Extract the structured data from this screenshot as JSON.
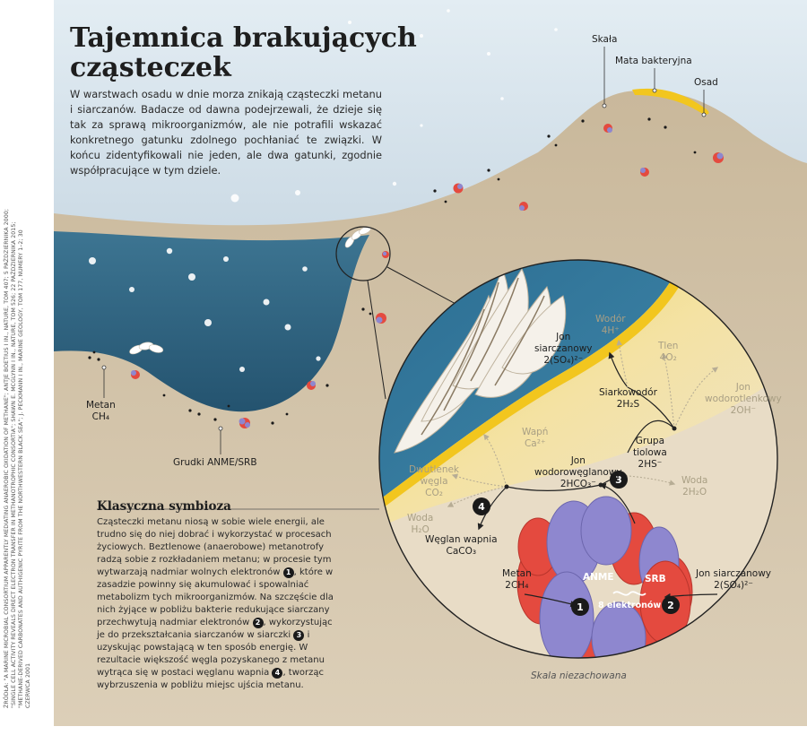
{
  "title": "Tajemnica brakujących cząsteczek",
  "intro": "W warstwach osadu w dnie morza znikają cząsteczki metanu i siarczanów. Badacze od dawna podejrzewali, że dzieje się tak za sprawą mikroorganizmów, ale nie potrafili wskazać konkretnego gatunku zdolnego pochłaniać te związki. W końcu zidentyfikowali nie jeden, ale dwa gatunki, zgodnie współpracujące w tym dziele.",
  "labels": {
    "skala": "Skała",
    "mata": "Mata bakteryjna",
    "osad": "Osad",
    "metan_name": "Metan",
    "metan_formula": "CH₄",
    "grudki": "Grudki ANME/SRB",
    "wodor_name": "Wodór",
    "wodor_formula": "4H⁺",
    "jon_siarczanowy_top_1": "Jon",
    "jon_siarczanowy_top_2": "siarczanowy",
    "jon_siarczanowy_top_formula": "2(SO₄)²⁻",
    "tlen_name": "Tlen",
    "tlen_formula": "4O₂",
    "siarkowodor_name": "Siarkowodór",
    "siarkowodor_formula": "2H₂S",
    "jon_wodorotlenkowy_1": "Jon",
    "jon_wodorotlenkowy_2": "wodorotlenkowy",
    "jon_wodorotlenkowy_formula": "2OH⁻",
    "wapn_name": "Wapń",
    "wapn_formula": "Ca²⁺",
    "grupa_tiolowa_1": "Grupa",
    "grupa_tiolowa_2": "tiolowa",
    "grupa_tiolowa_formula": "2HS⁻",
    "dwutlenek_1": "Dwutlenek",
    "dwutlenek_2": "węgla",
    "dwutlenek_formula": "CO₂",
    "jon_wodoroweglanowy_1": "Jon",
    "jon_wodoroweglanowy_2": "wodorowęglanowy",
    "jon_wodoroweglanowy_formula": "2HCO₃⁻",
    "woda_right_name": "Woda",
    "woda_right_formula": "2H₂O",
    "woda_left_name": "Woda",
    "woda_left_formula": "H₂O",
    "weglan_name": "Węglan wapnia",
    "weglan_formula": "CaCO₃",
    "metan_inner_name": "Metan",
    "metan_inner_formula": "2CH₄",
    "jon_siarczanowy_right": "Jon siarczanowy",
    "jon_siarczanowy_right_formula": "2(SO₄)²⁻",
    "anme": "ANME",
    "srb": "SRB",
    "elektrony": "8 elektronów",
    "skala_niezachowana": "Skala niezachowana",
    "num1": "1",
    "num2": "2",
    "num3": "3",
    "num4": "4"
  },
  "symbiosis": {
    "title": "Klasyczna symbioza",
    "t1": "Cząsteczki metanu niosą w sobie wiele energii, ale trudno się do niej dobrać i wykorzystać w procesach życiowych. Beztlenowe (anaerobowe) metanotrofy radzą sobie z rozkładaniem metanu; w procesie tym wytwarzają nadmiar wolnych elektronów",
    "t2": ", które w zasadzie powinny się akumulować i spowalniać metabolizm tych mikroorganizmów. Na szczęście dla nich żyjące w pobliżu bakterie redukujące siarczany przechwytują nadmiar elektronów",
    "t3": ", wykorzystując je do przekształcania siarczanów w siarczki",
    "t4": "i uzyskując powstającą w ten sposób energię. W rezultacie większość węgla pozyskanego z metanu wytrąca się w postaci węglanu wapnia",
    "t5": ", tworząc wybrzuszenia w pobliżu miejsc ujścia metanu.",
    "n1": "1",
    "n2": "2",
    "n3": "3",
    "n4": "4"
  },
  "credits": "Źródła: \"A marine microbial consortium apparently mediating anaerobic oxidation of methane\"; Antje Boetius i in., Nature, tom 407; 5 października 2000; \"Single cell activity reveals direct electron transfer in methanotrophic consortia\"; Shawn E. McGlynn i in., Nature, tom 526; 22 października 2015; \"Methane-derived carbonates and authigenic pyrite from the northwestern Black Sea\"; J. Peckmann i in., Marine Geology, tom 177, numery 1–2; 30 czerwca 2001",
  "colors": {
    "water_top": "#d9e6ef",
    "water_deep": "#2f6685",
    "sediment": "#cfc0a6",
    "bacterial_mat": "#f2c61e",
    "anme": "#8e87cf",
    "srb": "#e44a3f"
  }
}
